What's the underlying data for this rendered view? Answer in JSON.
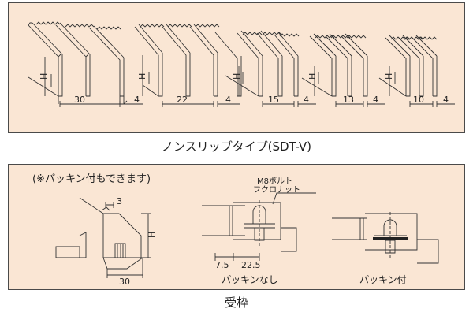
{
  "top": {
    "caption": "ノンスリップタイプ(SDT-V)",
    "height_label": "H",
    "sets": [
      {
        "pitch": "30",
        "thickness": "4"
      },
      {
        "pitch": "22",
        "thickness": "4"
      },
      {
        "pitch": "15",
        "thickness": "4"
      },
      {
        "pitch": "13",
        "thickness": "4"
      },
      {
        "pitch": "10",
        "thickness": "4"
      }
    ]
  },
  "bottom": {
    "caption": "受枠",
    "note": "(※パッキン付もできます)",
    "frame": {
      "dim_top": "3",
      "dim_bottom": "30",
      "height_label": "H"
    },
    "bolt_label_line1": "M8ボルト",
    "bolt_label_line2": "フクロナット",
    "dim_left": "7.5",
    "dim_right": "22.5",
    "label_without_packing": "パッキンなし",
    "label_with_packing": "パッキン付"
  },
  "colors": {
    "panel_bg": "#fae6d4",
    "line": "#333333",
    "packing": "#222222"
  }
}
